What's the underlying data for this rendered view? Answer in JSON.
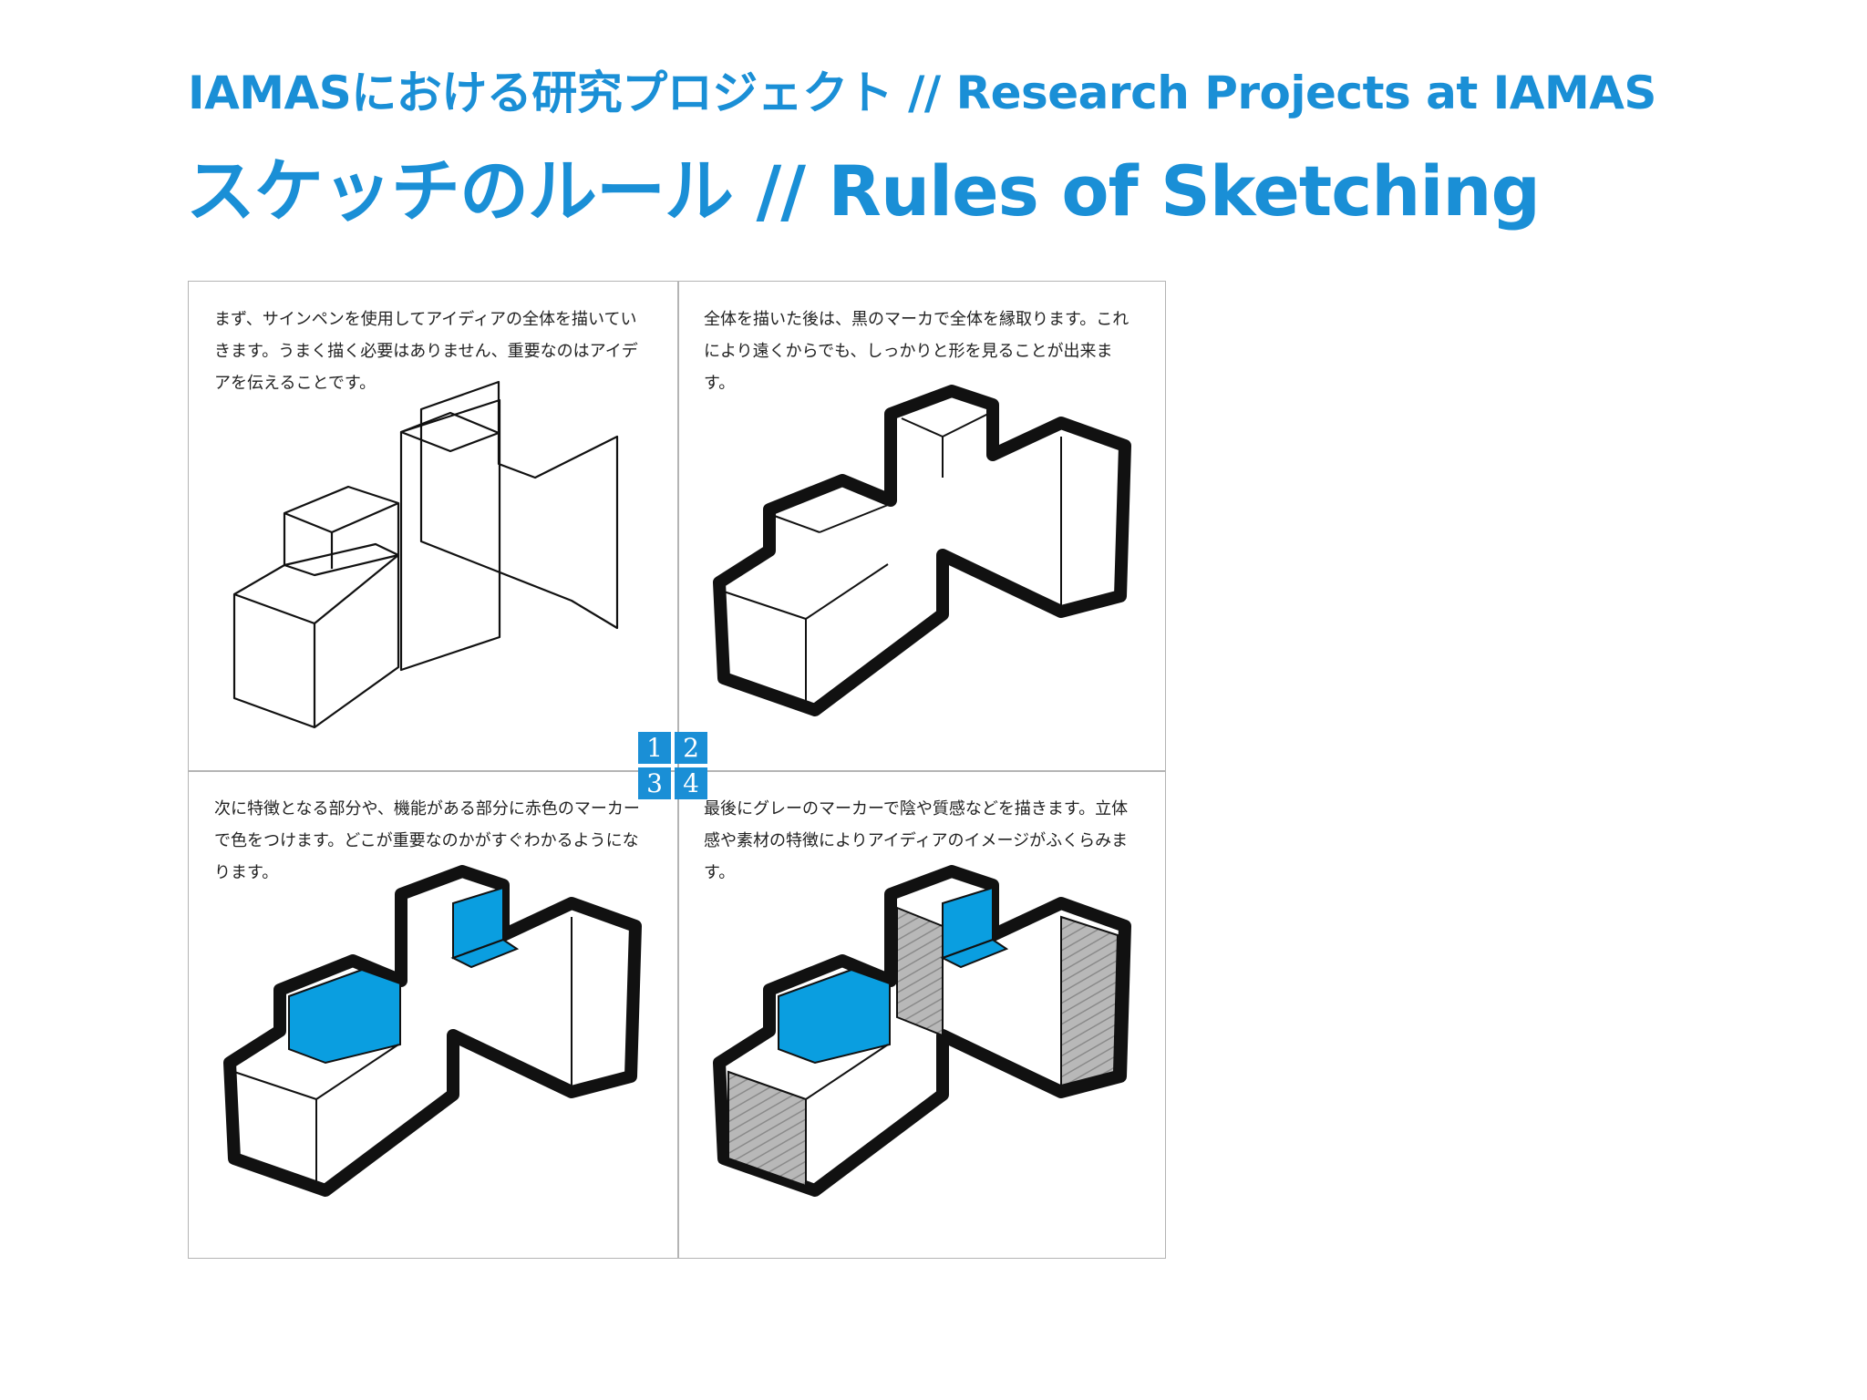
{
  "header": {
    "title_line1": "IAMASにおける研究プロジェクト // Research Projects at IAMAS",
    "title_line2": "スケッチのルール // Rules of Sketching"
  },
  "panels": [
    {
      "number": "1",
      "text": "まず、サインペンを使用してアイディアの全体を描いていきます。うまく描く必要はありません、重要なのはアイデアを伝えることです。"
    },
    {
      "number": "2",
      "text": "全体を描いた後は、黒のマーカで全体を縁取ります。これにより遠くからでも、しっかりと形を見ることが出来ます。"
    },
    {
      "number": "3",
      "text": "次に特徴となる部分や、機能がある部分に赤色のマーカーで色をつけます。どこが重要なのかがすぐわかるようになります。"
    },
    {
      "number": "4",
      "text": "最後にグレーのマーカーで陰や質感などを描きます。立体感や素材の特徴によりアイディアのイメージがふくらみます。"
    }
  ],
  "colors": {
    "accent": "#1a8fd6",
    "marker_blue": "#0a9ee0",
    "outline": "#111111",
    "shade": "#a8a8a8"
  }
}
